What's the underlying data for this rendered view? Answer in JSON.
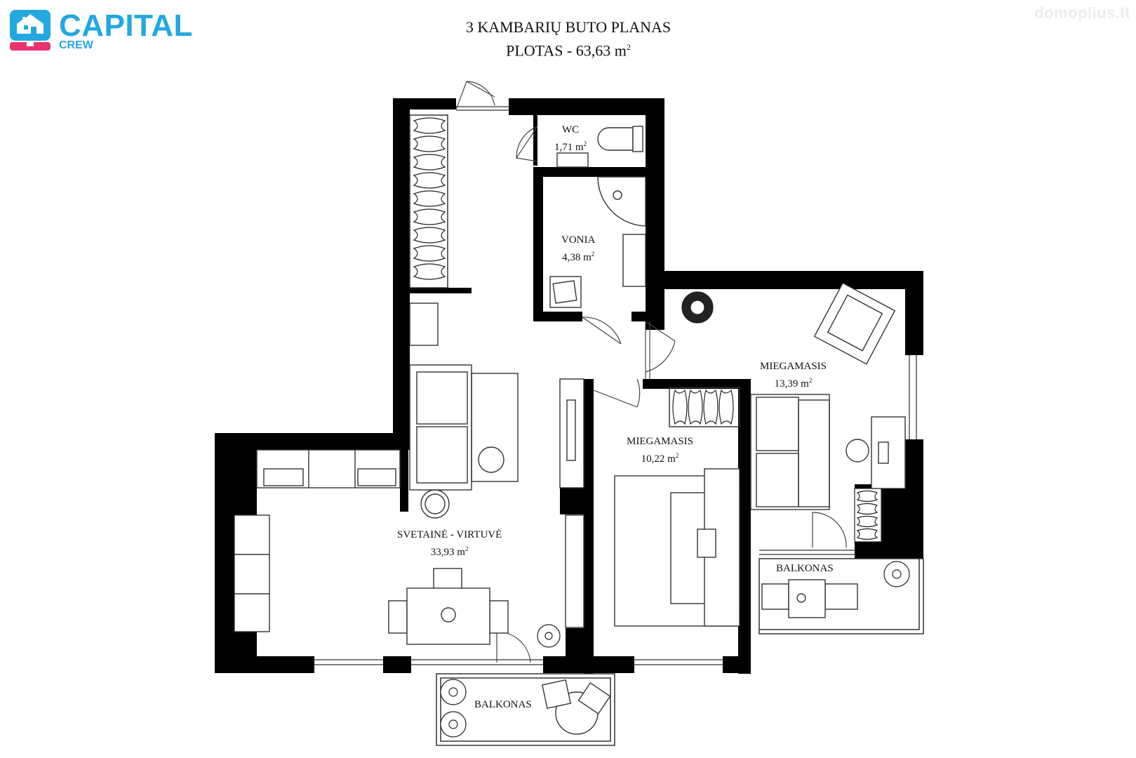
{
  "branding": {
    "logo_name": "CAPITAL",
    "logo_sub": "CREW",
    "watermark": "domoplius.lt",
    "brand_blue": "#23a8df",
    "brand_pink": "#e8336f"
  },
  "title": {
    "line1": "3 KAMBARIŲ BUTO PLANAS",
    "line2_prefix": "PLOTAS - 63,63 m",
    "line2_sup": "2"
  },
  "rooms": {
    "wc": {
      "name": "WC",
      "area": "1,71 m",
      "sup": "2"
    },
    "vonia": {
      "name": "VONIA",
      "area": "4,38 m",
      "sup": "2"
    },
    "miegamasis_large": {
      "name": "MIEGAMASIS",
      "area": "13,39 m",
      "sup": "2"
    },
    "miegamasis_small": {
      "name": "MIEGAMASIS",
      "area": "10,22 m",
      "sup": "2"
    },
    "svetaine": {
      "name": "SVETAINĖ - VIRTUVĖ",
      "area": "33,93 m",
      "sup": "2"
    },
    "balkonas_right": {
      "name": "BALKONAS"
    },
    "balkonas_bottom": {
      "name": "BALKONAS"
    }
  },
  "icons": [
    "house-icon",
    "door-swing-icon",
    "toilet-icon",
    "shower-icon",
    "plant-icon",
    "sofa-icon",
    "bed-icon",
    "desk-icon",
    "chair-icon",
    "table-icon",
    "wardrobe-icon"
  ]
}
